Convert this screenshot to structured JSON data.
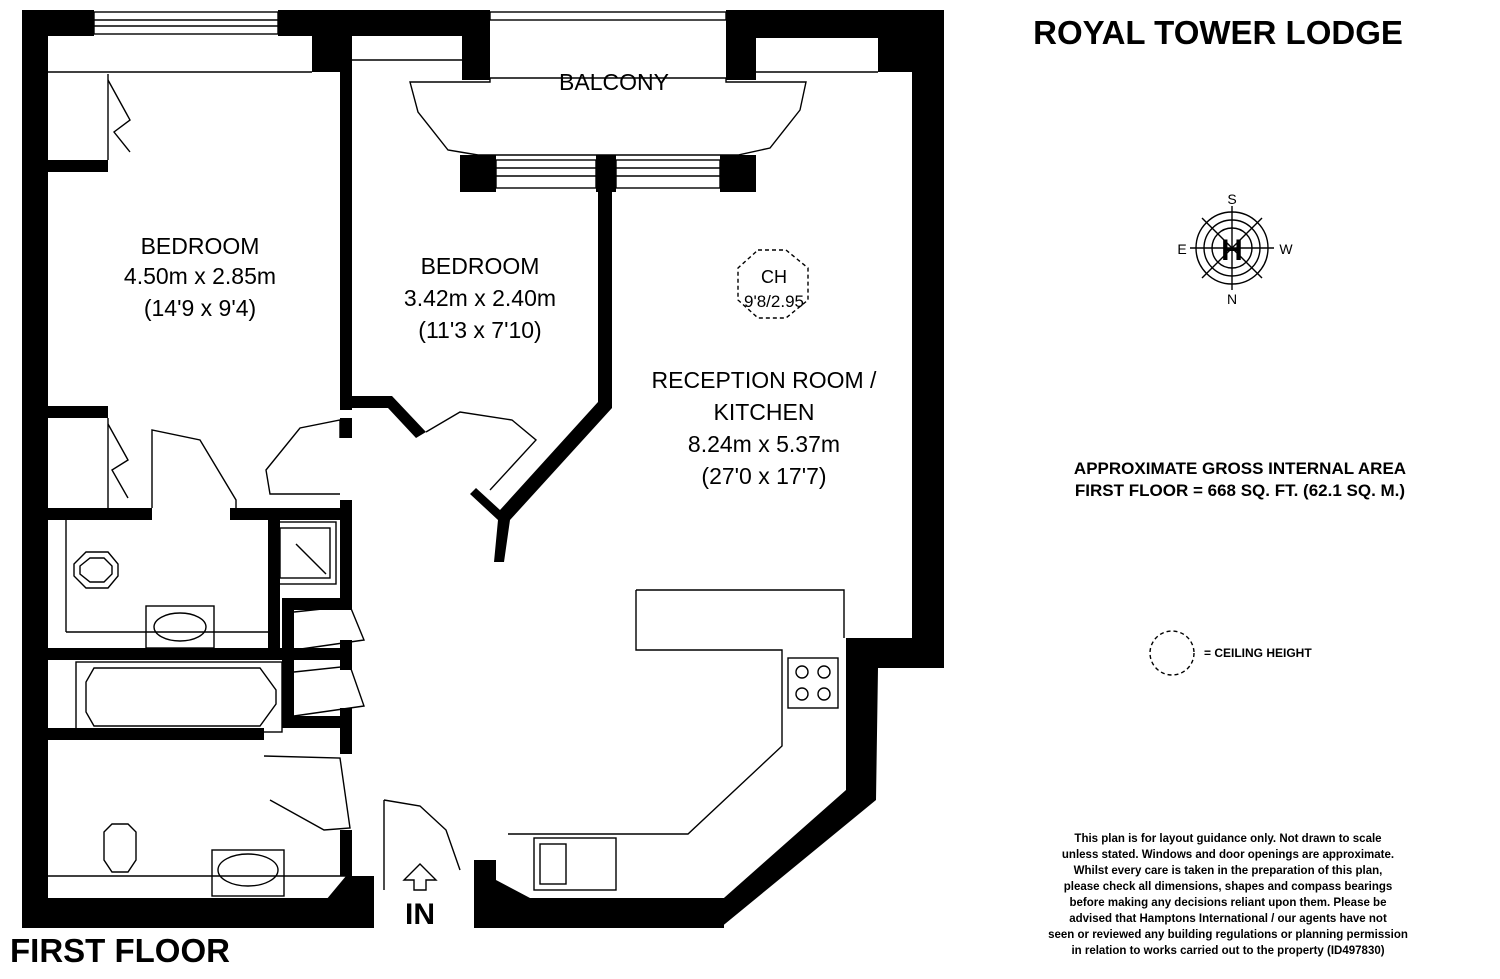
{
  "title": "ROYAL TOWER LODGE",
  "floor_label": "FIRST FLOOR",
  "entrance_label": "IN",
  "rooms": {
    "bedroom1": {
      "name": "BEDROOM",
      "metric": "4.50m x 2.85m",
      "imperial": "(14'9 x 9'4)"
    },
    "bedroom2": {
      "name": "BEDROOM",
      "metric": "3.42m x 2.40m",
      "imperial": "(11'3 x 7'10)"
    },
    "reception": {
      "name_line1": "RECEPTION ROOM /",
      "name_line2": "KITCHEN",
      "metric": "8.24m x 5.37m",
      "imperial": "(27'0 x 17'7)"
    },
    "balcony": {
      "name": "BALCONY"
    }
  },
  "ceiling_height": {
    "label": "CH",
    "value": "9'8/2.95"
  },
  "compass": {
    "top": "S",
    "bottom": "N",
    "left": "E",
    "right": "W",
    "center": "H"
  },
  "area": {
    "line1": "APPROXIMATE GROSS INTERNAL AREA",
    "line2": "FIRST FLOOR = 668 SQ. FT. (62.1 SQ. M.)"
  },
  "legend": {
    "ceiling_height": "= CEILING HEIGHT"
  },
  "disclaimer": [
    "This plan is for layout guidance only. Not drawn to scale",
    "unless stated. Windows and door openings are approximate.",
    "Whilst every care is taken in the preparation of this plan,",
    "please check all dimensions, shapes and compass bearings",
    "before making any decisions reliant upon them. Please be",
    "advised that Hamptons International / our agents have not",
    "seen or reviewed any building regulations or planning permission",
    "in relation to works carried out to the property (ID497830)"
  ]
}
